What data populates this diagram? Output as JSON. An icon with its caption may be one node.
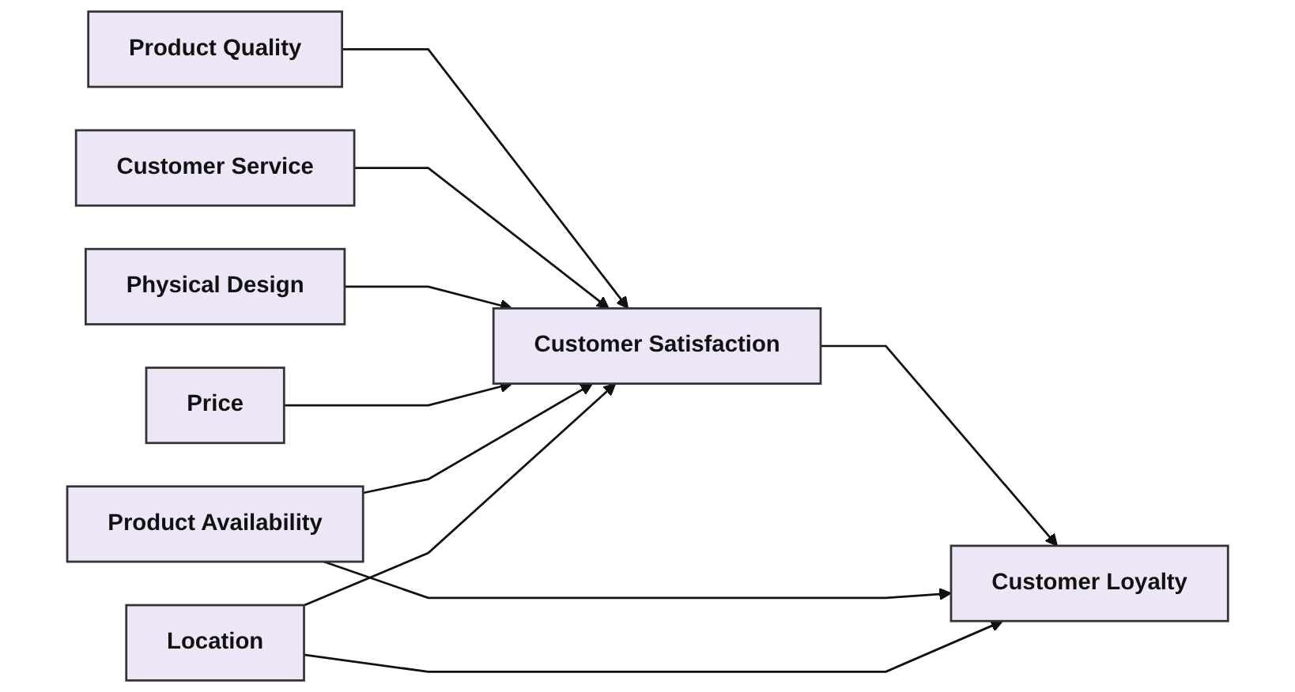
{
  "diagram": {
    "nodes": [
      {
        "text": [
          "Product Availability"
        ]
      },
      {
        "text": [
          "Product Quality"
        ]
      },
      {
        "text": [
          "Customer Service"
        ]
      },
      {
        "text": [
          "Customer Satisfaction"
        ]
      },
      {
        "text": [
          "Customer Loyalty"
        ]
      },
      {
        "text": [
          "Physical Design"
        ]
      },
      {
        "text": [
          "Price"
        ]
      },
      {
        "text": [
          "Location"
        ]
      }
    ],
    "edges": [
      {
        "from": 1,
        "to": 3,
        "arrow": "to"
      },
      {
        "from": 2,
        "to": 3,
        "arrow": "to"
      },
      {
        "from": 5,
        "to": 3,
        "arrow": "to"
      },
      {
        "from": 6,
        "to": 3,
        "arrow": "to"
      },
      {
        "from": 0,
        "to": 3,
        "arrow": "to"
      },
      {
        "from": 7,
        "to": 3,
        "arrow": "to"
      },
      {
        "from": 3,
        "to": 4,
        "arrow": "to"
      },
      {
        "from": 0,
        "to": 4,
        "arrow": "to"
      },
      {
        "from": 7,
        "to": 4,
        "arrow": "to"
      }
    ]
  }
}
